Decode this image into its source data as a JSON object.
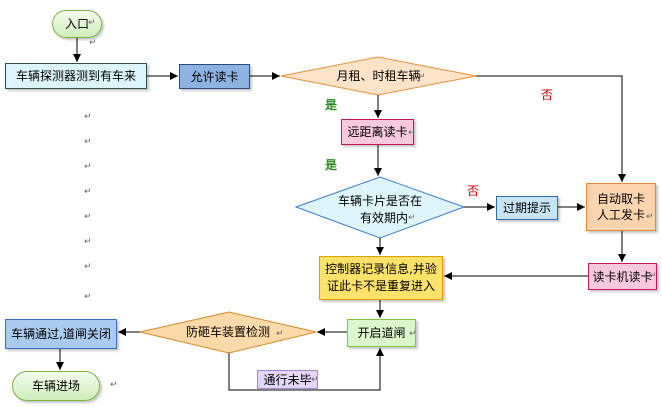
{
  "nodes": {
    "entrance": "入口",
    "detector": "车辆探测器测到有车来",
    "allow_read": "允许读卡",
    "decision_type": "月租、时租车辆",
    "long_range_read": "远距离读卡",
    "decision_valid_line1": "车辆卡片是否在",
    "decision_valid_line2": "有效期内",
    "expired_prompt": "过期提示",
    "auto_card_line1": "自动取卡",
    "auto_card_line2": "人工发卡",
    "reader_read": "读卡机读卡",
    "controller_line1": "控制器记录信息,并验",
    "controller_line2": "证此卡不是重复进入",
    "open_gate": "开启道闸",
    "anti_smash": "防砸车装置检测",
    "pass_close": "车辆通过,道闸关闭",
    "vehicle_enter": "车辆进场",
    "not_finished": "通行未毕"
  },
  "labels": {
    "yes_type": "是",
    "yes_long_range": "是",
    "no_type": "否",
    "no_valid": "否"
  },
  "paragraph_mark": "↵",
  "colors": {
    "start_end_fill": "#cfeebb",
    "start_end_border": "#7cb342",
    "process_cyan": "#dcf5fa",
    "process_blue": "#8db3e2",
    "process_sky": "#a9cbf0",
    "process_lightblue": "#c9e3f7",
    "process_pink": "#f8c8dc",
    "process_orange": "#fcd5b0",
    "process_yellow": "#fde26a",
    "process_green": "#dcf7cc",
    "process_purple": "#e4d6f7",
    "decision_orange": "#fde3c8",
    "decision_cyan": "#def6fb",
    "decision_amber": "#fbd9a8",
    "yes_label": "#2e8b22",
    "no_label": "#c00000"
  }
}
